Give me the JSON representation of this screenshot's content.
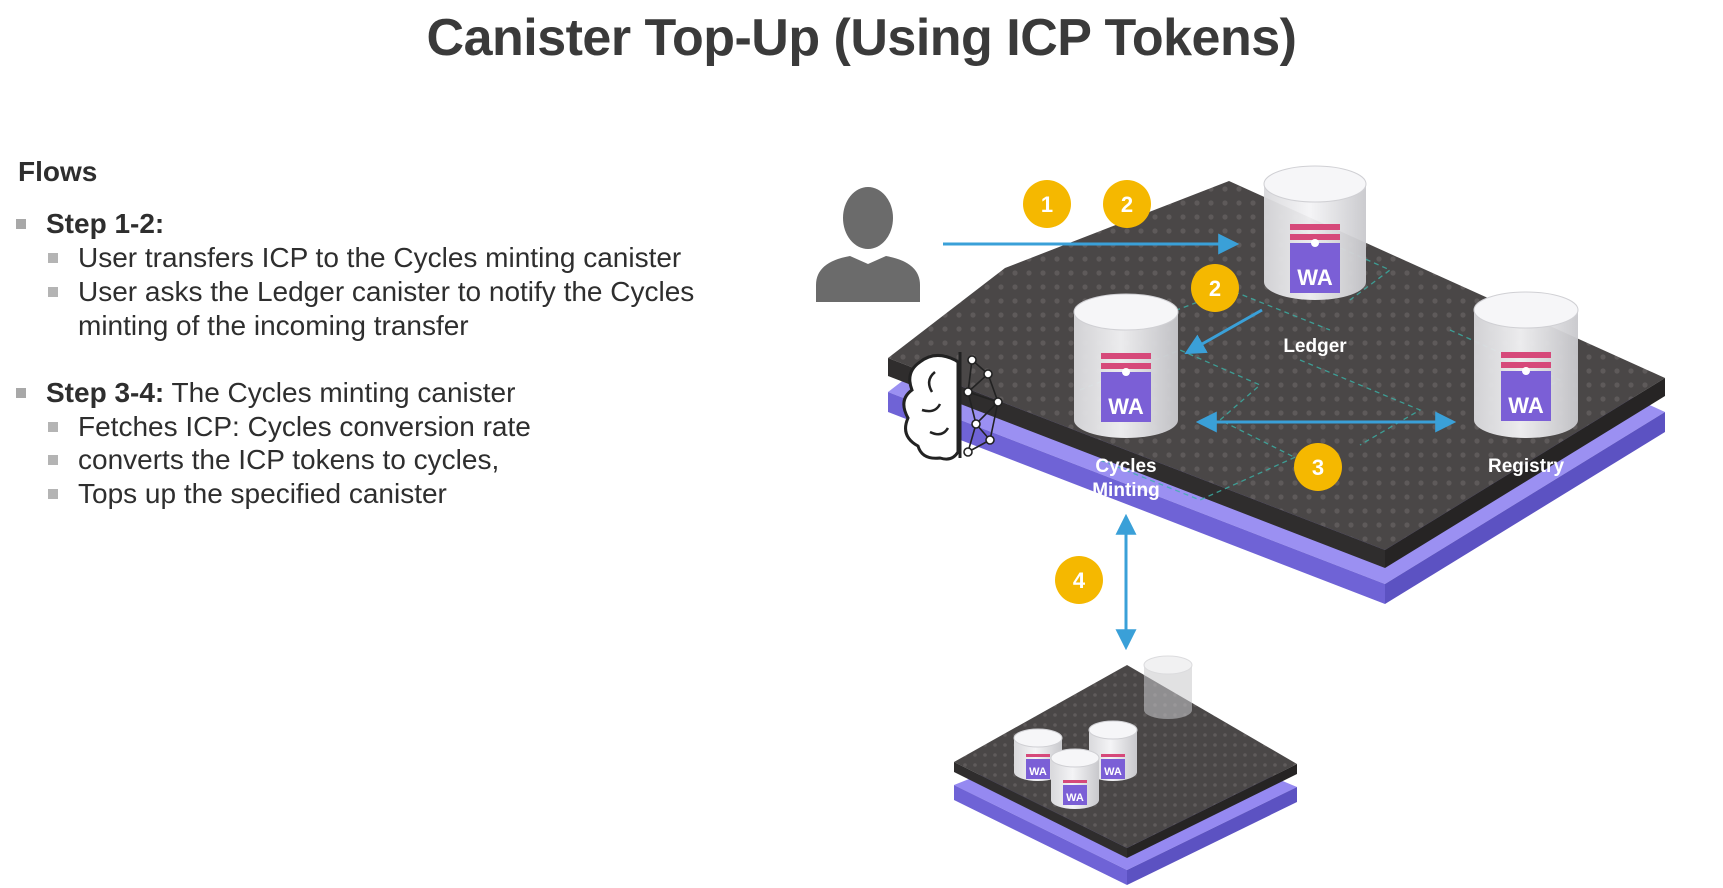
{
  "title": "Canister Top-Up (Using ICP Tokens)",
  "flows_heading": "Flows",
  "steps": [
    {
      "label": "Step 1-2:",
      "text": "",
      "subitems": [
        "User transfers ICP to the Cycles minting canister",
        "User asks the Ledger canister to notify the Cycles",
        "minting of the incoming transfer"
      ]
    },
    {
      "label": "Step 3-4:",
      "text": " The Cycles minting canister",
      "subitems": [
        "Fetches ICP: Cycles conversion rate",
        "converts the ICP tokens to cycles,",
        "Tops up the specified canister"
      ]
    }
  ],
  "diagram": {
    "canister_badge": "WA",
    "canisters": {
      "ledger": "Ledger",
      "cycles_line1": "Cycles",
      "cycles_line2": "Minting",
      "registry": "Registry"
    },
    "step_badges": [
      "1",
      "2",
      "2",
      "3",
      "4"
    ],
    "colors": {
      "badge": "#f5b800",
      "arrow": "#3aa0d8",
      "platform_top": "#4a4747",
      "platform_glow": "#8a7cf0",
      "canister_label": "#7b5fd6",
      "canister_stripe": "#d6497a"
    }
  }
}
